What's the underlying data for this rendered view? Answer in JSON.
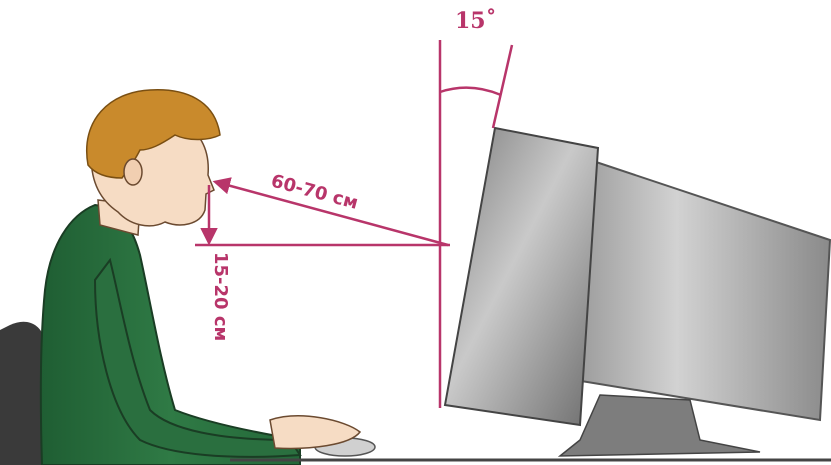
{
  "diagram": {
    "angle_label": "15˚",
    "eye_distance_label": "60-70 см",
    "eye_height_label": "15-20 см",
    "colors": {
      "annotation": "#b8356a",
      "shirt": "#2f7a45",
      "hair": "#c98a2c",
      "skin": "#f6dcc4",
      "monitor": "#8a8a8a",
      "chair": "#3a3a3a"
    }
  }
}
